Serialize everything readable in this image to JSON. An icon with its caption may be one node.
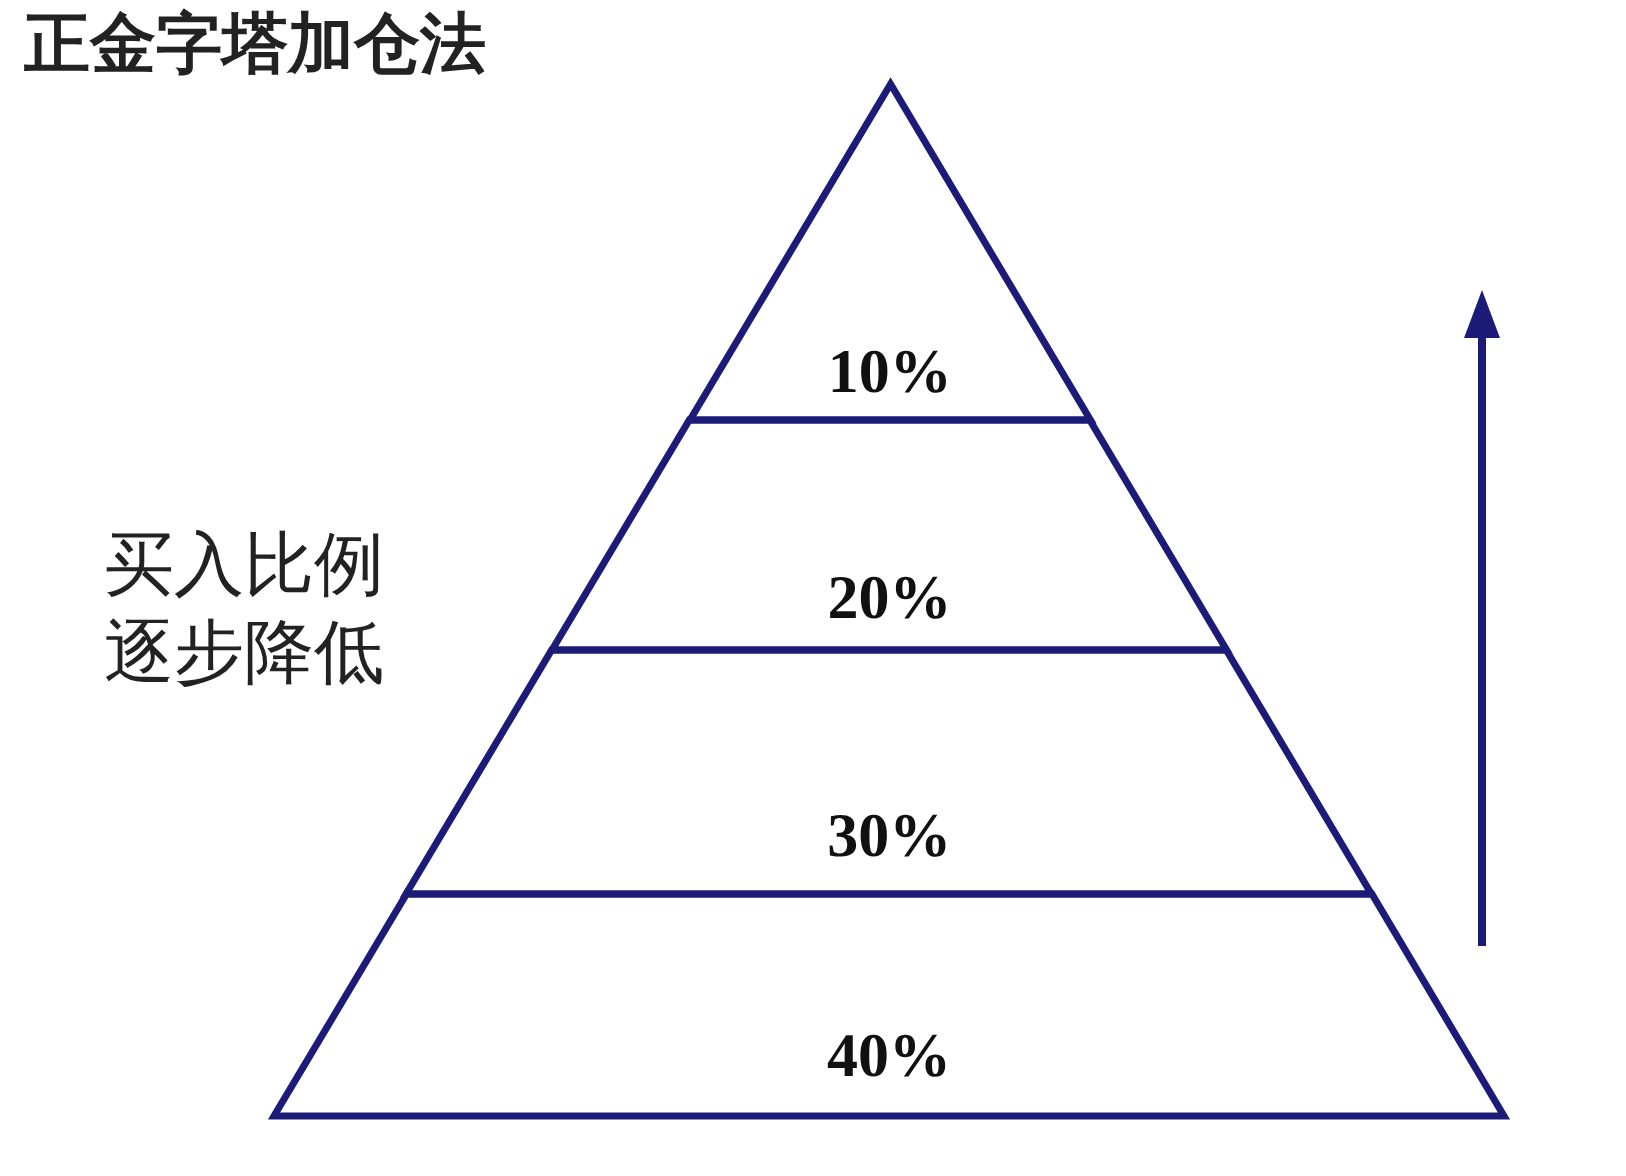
{
  "diagram": {
    "title": "正金字塔加仓法",
    "nodes": [
      {
        "text": [
          "10%"
        ]
      },
      {
        "text": [
          "20%"
        ]
      },
      {
        "text": [
          "30%"
        ]
      },
      {
        "text": [
          "40%"
        ]
      }
    ],
    "labels": [
      "买入比例逐步降低"
    ]
  }
}
